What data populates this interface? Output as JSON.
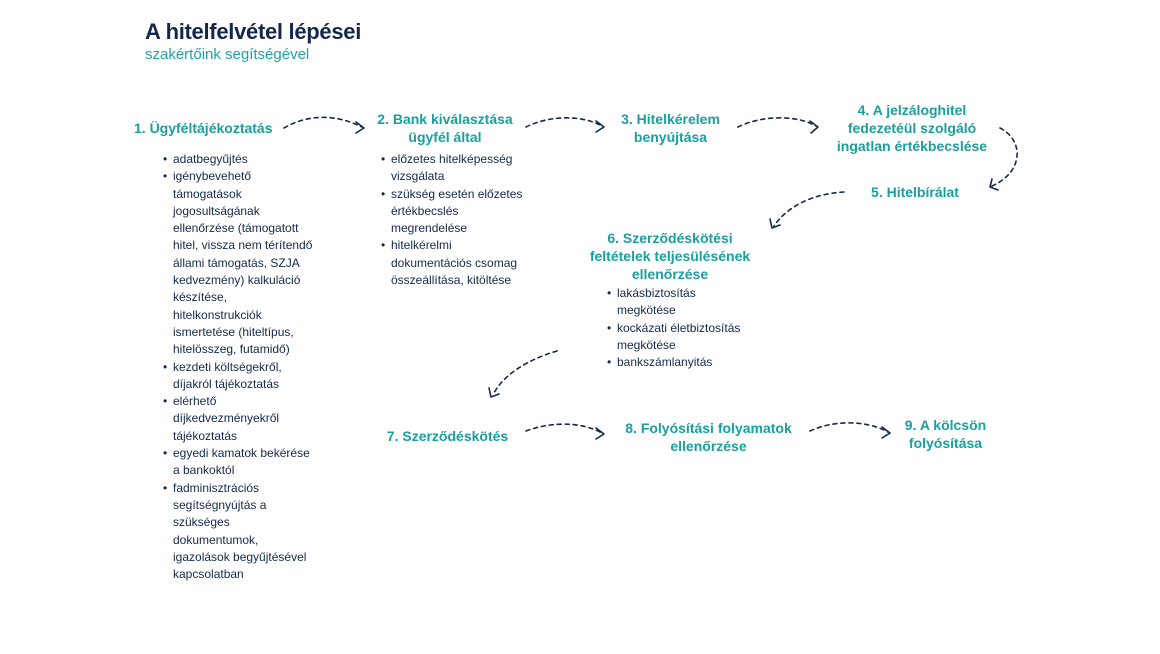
{
  "title": "A hitelfelvétel lépései",
  "subtitle": "szakértőink segítségével",
  "steps": [
    {
      "label": "1.  Ügyféltájékoztatás",
      "bullets": [
        "adatbegyűjtés",
        "igénybevehető támogatások jogosultságának ellenőrzése (támogatott hitel, vissza nem térítendő állami támogatás, SZJA kedvezmény) kalkuláció készítése, hitelkonstrukciók ismertetése (hiteltípus, hitelösszeg, futamidő)",
        "kezdeti költségekről, díjakról tájékoztatás",
        "elérhető díjkedvezményekről tájékoztatás",
        "egyedi kamatok bekérése a bankoktól",
        "fadminisztrációs segítségnyújtás a szükséges dokumentumok, igazolások begyűjtésével kapcsolatban"
      ]
    },
    {
      "label": "2.  Bank kiválasztása ügyfél által",
      "bullets": [
        "előzetes hitelképesség vizsgálata",
        "szükség esetén előzetes értékbecslés megrendelése",
        "hitelkérelmi dokumentációs csomag összeállítása, kitöltése"
      ]
    },
    {
      "label": "3.  Hitelkérelem benyújtása",
      "bullets": []
    },
    {
      "label": "4.  A jelzáloghitel fedezetéül szolgáló ingatlan értékbecslése",
      "bullets": []
    },
    {
      "label": "5.  Hitelbírálat",
      "bullets": []
    },
    {
      "label": "6.  Szerződéskötési feltételek teljesülésének ellenőrzése",
      "bullets": [
        " lakásbiztosítás megkötése",
        "kockázati életbiztosítás megkötése",
        "bankszámlanyitás"
      ]
    },
    {
      "label": "7.  Szerződéskötés",
      "bullets": []
    },
    {
      "label": "8.  Folyósítási folyamatok ellenőrzése",
      "bullets": []
    },
    {
      "label": "9.  A kölcsön folyósítása",
      "bullets": []
    }
  ],
  "colors": {
    "title": "#14284b",
    "accent": "#1aa6a6",
    "arrow": "#14284b"
  }
}
